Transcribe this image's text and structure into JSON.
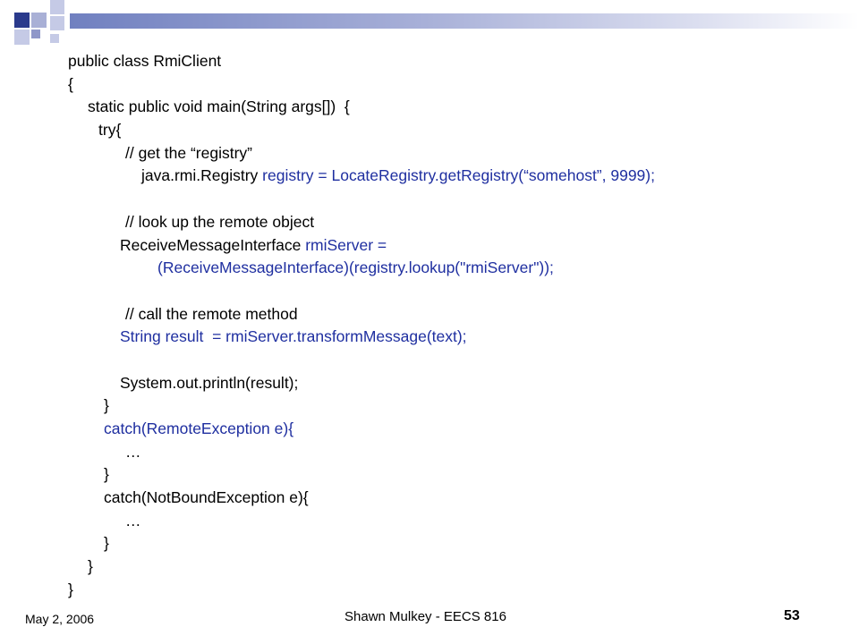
{
  "code_lines": [
    {
      "parts": [
        "public class RmiClient"
      ]
    },
    {
      "parts": [
        "{"
      ]
    },
    {
      "parts": [
        "static public void main(String args[])  {"
      ]
    },
    {
      "parts": [
        "try{"
      ]
    },
    {
      "parts": [
        "// get the “registry”"
      ]
    },
    {
      "parts": [
        "java.rmi.Registry ",
        "registry = LocateRegistry.getRegistry(“somehost”, 9999);"
      ]
    },
    {
      "parts": [
        ""
      ]
    },
    {
      "parts": [
        "// look up the remote object"
      ]
    },
    {
      "parts": [
        "ReceiveMessageInterface ",
        "rmiServer ="
      ]
    },
    {
      "parts": [
        "(ReceiveMessageInterface)(registry.lookup(\"rmiServer\"));"
      ]
    },
    {
      "parts": [
        ""
      ]
    },
    {
      "parts": [
        "// call the remote method"
      ]
    },
    {
      "parts": [
        "String result  = rmiServer.transformMessage(text);"
      ]
    },
    {
      "parts": [
        ""
      ]
    },
    {
      "parts": [
        "System.out.println(result);"
      ]
    },
    {
      "parts": [
        "}"
      ]
    },
    {
      "parts": [
        "catch(RemoteException e){"
      ]
    },
    {
      "parts": [
        "…"
      ]
    },
    {
      "parts": [
        "}"
      ]
    },
    {
      "parts": [
        "catch(NotBoundException e){"
      ]
    },
    {
      "parts": [
        "…"
      ]
    },
    {
      "parts": [
        "}"
      ]
    },
    {
      "parts": [
        "}"
      ]
    },
    {
      "parts": [
        "}"
      ]
    }
  ],
  "footer": {
    "date": "May 2, 2006",
    "author": "Shawn Mulkey - EECS 816",
    "slide_number": "53"
  },
  "colors": {
    "code_text": "#000000",
    "code_accent": "#1f2fa0",
    "decor_dark": "#2a3a8c",
    "decor_light": "#a9b0d6"
  }
}
